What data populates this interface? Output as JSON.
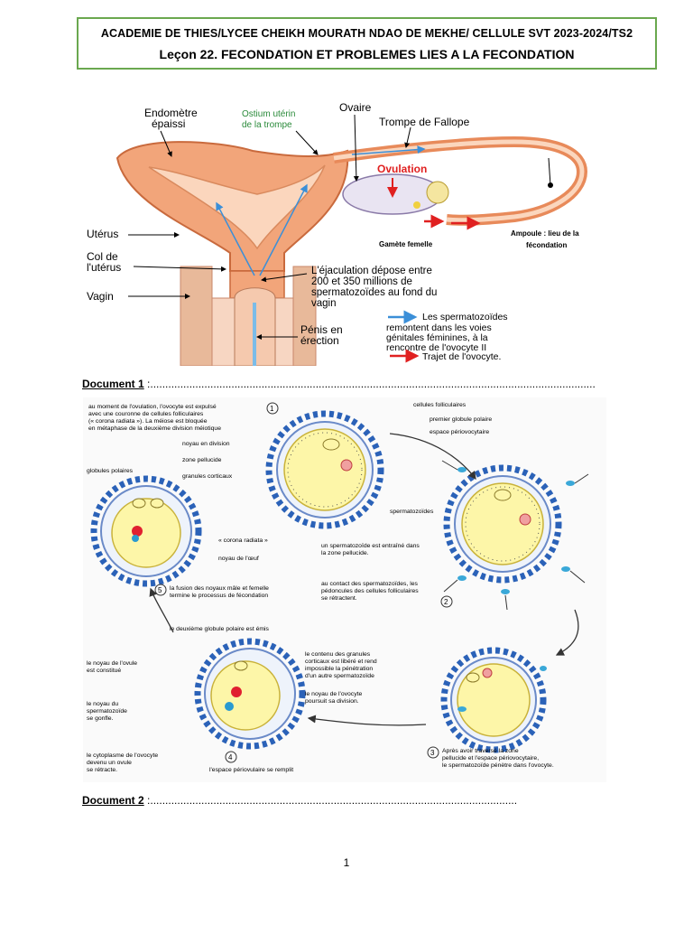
{
  "header": {
    "line1": "ACADEMIE DE THIES/LYCEE CHEIKH MOURATH NDAO DE MEKHE/ CELLULE SVT 2023-2024/TS2",
    "line2": "Leçon 22. FECONDATION ET PROBLEMES LIES A LA FECONDATION"
  },
  "figure1": {
    "labels": {
      "endometre": [
        "Endomètre",
        "épaissi"
      ],
      "ostium": [
        "Ostium utérin",
        "de la trompe"
      ],
      "ovaire": "Ovaire",
      "trompe": "Trompe de Fallope",
      "ovulation": "Ovulation",
      "uterus": "Utérus",
      "col": [
        "Col de",
        "l'utérus"
      ],
      "vagin": "Vagin",
      "penis": [
        "Pénis en",
        "érection"
      ],
      "gamete": "Gamète femelle",
      "ampoule": [
        "Ampoule : lieu de la",
        "fécondation"
      ],
      "ejaculation": [
        "L'éjaculation dépose entre",
        "200 et 350 millions de",
        "spermatozoïdes au fond du",
        "vagin"
      ],
      "legend_blue": [
        "Les spermatozoïdes",
        "remontent dans les voies",
        "génitales féminines, à la",
        "rencontre de l'ovocyte II"
      ],
      "legend_red": "Trajet de l'ovocyte."
    },
    "colors": {
      "blue_arrow": "#3b8fd8",
      "red_arrow": "#e02020",
      "tissue": "#f2a57a"
    }
  },
  "document1": {
    "label": "Document 1",
    "dots": " :...................................................................................................................................................."
  },
  "figure2": {
    "step1": {
      "num": "1",
      "text": [
        "au moment de l'ovulation, l'ovocyte est expulsé",
        "avec une couronne de cellules folliculaires",
        "(« corona radiata »). La méiose est bloquée",
        "en métaphase de la deuxième division méiotique"
      ],
      "labels": {
        "noyau_division": "noyau en division",
        "zone_pellucide": "zone pellucide",
        "granules": "granules corticaux",
        "cellules_folliculaires": "cellules folliculaires",
        "globule1": "premier globule polaire",
        "espace": "espace périovocytaire"
      }
    },
    "step2": {
      "num": "2",
      "labels": {
        "spz": "spermatozoïdes",
        "entraine": [
          "un spermatozoïde est entraîné dans",
          "la zone pellucide."
        ],
        "contact": [
          "au contact des spermatozoïdes, les",
          "pédoncules des cellules folliculaires",
          "se rétractent."
        ]
      }
    },
    "step3": {
      "num": "3",
      "labels": {
        "granules_lib": [
          "le contenu des granules",
          "corticaux est libéré et rend",
          "impossible la pénétration",
          "d'un autre spermatozoïde"
        ],
        "noyau_poursuit": [
          "le noyau de l'ovocyte",
          "poursuit sa division."
        ],
        "apres": [
          "Après avoir traversé la zone",
          "pellucide et l'espace périovocytaire,",
          "le spermatozoïde pénètre dans l'ovocyte."
        ]
      }
    },
    "step4": {
      "num": "4",
      "labels": {
        "globule2": "le deuxième globule polaire est émis",
        "noyau_ovule": [
          "le noyau de l'ovule",
          "est constitué"
        ],
        "noyau_spz": [
          "le noyau du",
          "spermatozoïde",
          "se gonfle."
        ],
        "cytoplasme": [
          "le cytoplasme de l'ovocyte",
          "devenu un ovule",
          "se rétracte."
        ],
        "espace_rempli": "l'espace périovulaire se remplit"
      }
    },
    "step5": {
      "num": "5",
      "labels": {
        "globules": "globules polaires",
        "corona": "« corona radiata »",
        "noyau_oeuf": "noyau de l'œuf",
        "fusion": [
          "la fusion des noyaux mâle et femelle",
          "termine le processus de fécondation"
        ]
      }
    }
  },
  "document2": {
    "label": "Document 2",
    "dots": " :.........................................................................................................................."
  },
  "page_number": "1"
}
